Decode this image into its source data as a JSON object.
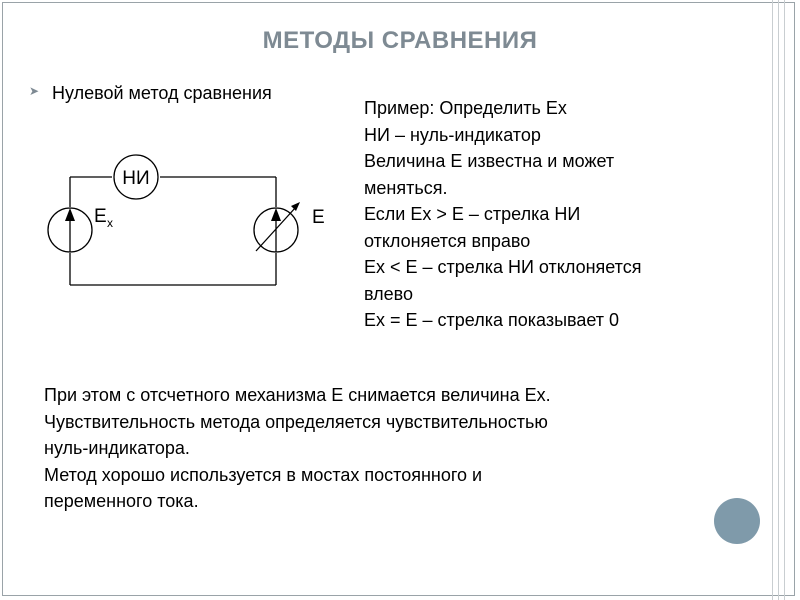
{
  "slide": {
    "title": "МЕТОДЫ СРАВНЕНИЯ",
    "bullet": "Нулевой метод сравнения",
    "example_lines": [
      "Пример: Определить Ex",
      "НИ – нуль-индикатор",
      "Величина E известна и может",
      "меняться.",
      "Если Ex > E – стрелка НИ",
      "отклоняется вправо",
      "Ex < E – стрелка НИ отклоняется",
      "влево",
      "Ex = E – стрелка показывает 0"
    ],
    "body_lines": [
      "При  этом с отсчетного механизма E снимается величина Ex.",
      "Чувствительность метода определяется чувствительностью",
      "нуль-индикатора.",
      "Метод хорошо используется в мостах постоянного и",
      "переменного тока."
    ]
  },
  "circuit": {
    "indicator_label": "НИ",
    "source_left_label": "E",
    "source_left_subscript": "x",
    "source_right_label": "E"
  },
  "colors": {
    "title": "#7e8a93",
    "accent_circle": "#7f9aaa"
  }
}
